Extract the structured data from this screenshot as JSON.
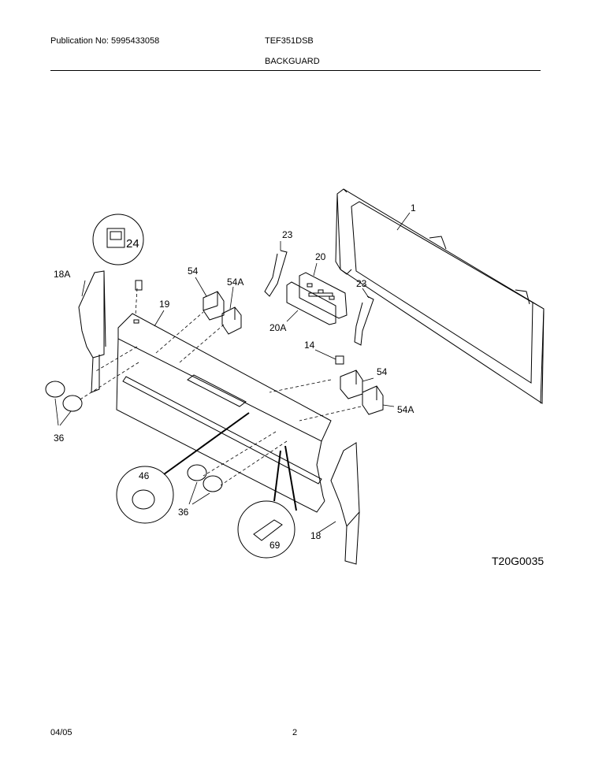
{
  "header": {
    "publication": "Publication No: 5995433058",
    "model": "TEF351DSB",
    "section": "BACKGUARD"
  },
  "diagram": {
    "part_labels": {
      "p1": "1",
      "p18": "18",
      "p18a": "18A",
      "p19": "19",
      "p20": "20",
      "p20a": "20A",
      "p23_top": "23",
      "p23_right": "23",
      "p24": "24",
      "p14": "14",
      "p36_left": "36",
      "p36_center": "36",
      "p46": "46",
      "p54_top": "54",
      "p54a_top": "54A",
      "p54_right": "54",
      "p54a_right": "54A",
      "p69": "69"
    },
    "drawing_code": "T20G0035"
  },
  "footer": {
    "date": "04/05",
    "page": "2"
  }
}
